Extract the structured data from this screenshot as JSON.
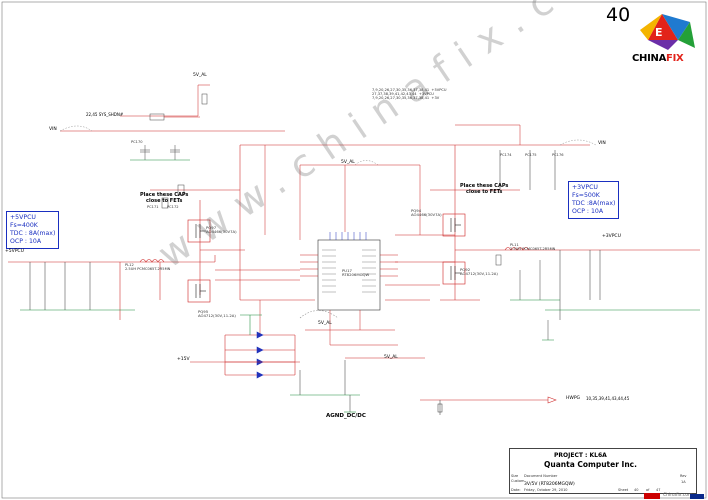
{
  "page_number": "40",
  "logo": {
    "text_a": "CHINA",
    "text_b": "FIX"
  },
  "watermark": "www.chinafix.com",
  "spec_boxes": [
    {
      "lines": [
        "+5VPCU",
        "Fs=400K",
        "TDC : 8A(max)",
        "OCP : 10A"
      ]
    },
    {
      "lines": [
        "+3VPCU",
        "Fs=500K",
        "TDC :8A(max)",
        "OCP : 10A"
      ]
    }
  ],
  "notes": [
    {
      "text": "Place these CAPs\nclose to FETs"
    },
    {
      "text": "Place these CAPs\nclose to FETs"
    }
  ],
  "nets": {
    "vin_left": "VIN",
    "vin_right": "VIN",
    "plus5vpcu_left": "+5VPCU",
    "plus3vpcu_right": "+3VPCU",
    "v5al_top": "5V_AL",
    "v5al_mid": "5V_AL",
    "v5al_center": "5V_AL",
    "v5al_bottom": "5V_AL",
    "plus15v": "+15V",
    "sys_shdn": "22,45  SYS_SHDN#",
    "hwpg": "HWPG",
    "hwpg_refs": "10,35,39,41,43,44,45",
    "agnd": "AGND_DC/DC",
    "refs_block": "7,9,20,26,27,30,35,36,37,38,41  +5VPCU\n27,37,38,39,41,42,43,44  +3VPCU\n7,9,20,26,27,30,35,36,37,38,41  +3V"
  },
  "components": {
    "pq97": "PQ97\nAO4466(30V7A)",
    "pq95": "PQ95\nAO4712(30V,11.2A)",
    "pq94": "PQ94\nAO4466(30V7A)",
    "pq92": "PQ92\nAO4712(30V,11.2A)",
    "pu17": "PU17\nRT8206MGQW",
    "pl12": "PL12\n2.5UH PCMC065T-2R5MN",
    "pl11": "PL11\n2.5UH PCMC065T-2R5MN",
    "pc171": "PC171",
    "pc172": "PC172",
    "pc170": "PC170",
    "pc175": "PC175",
    "pc174": "PC174",
    "pc176": "PC176"
  },
  "title_block": {
    "project": "PROJECT : KL6A",
    "company": "Quanta Computer Inc.",
    "size": "Size",
    "custom": "Custom",
    "doc_label": "Document Number",
    "title": "3V/5V (RT8206MGQW)",
    "date_label": "Date:",
    "date": "Friday, October 29, 2010",
    "sheet": "Sheet",
    "sheet_num": "40",
    "of": "of",
    "sheet_total": "47",
    "rev": "Rev",
    "rev_val": "1A"
  },
  "footer": {
    "site": "Chinafix.com"
  },
  "colors": {
    "wire_red": "#cc2222",
    "wire_blue": "#2233bb",
    "wire_green": "#1a8a3a",
    "spec_blue": "#1a2fc0",
    "logo_red": "#e2231a"
  }
}
